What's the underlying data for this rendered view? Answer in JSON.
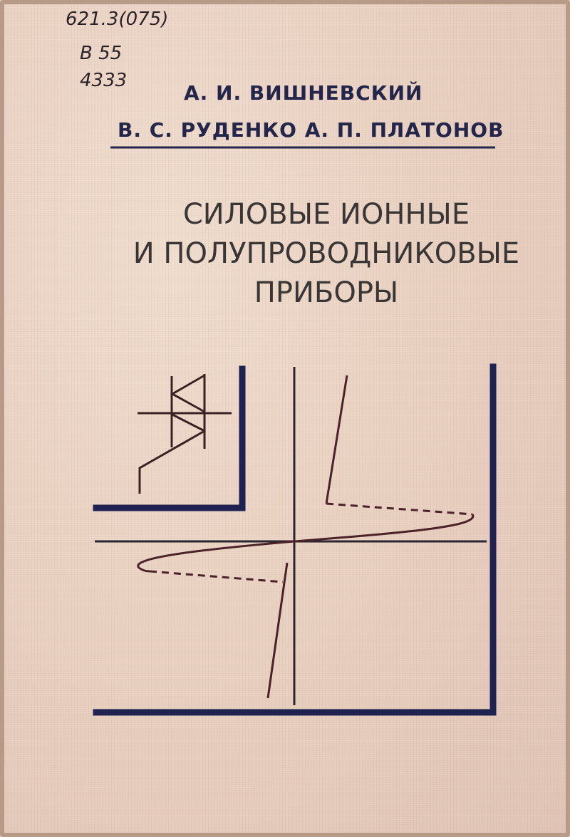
{
  "shelf_mark": {
    "line1": "621.3(075)",
    "line2": "В 55",
    "line3": "4333"
  },
  "authors": {
    "line1": "А. И. ВИШНЕВСКИЙ",
    "line2": "В. С. РУДЕНКО  А. П. ПЛАТОНОВ"
  },
  "title": {
    "line1": "СИЛОВЫЕ ИОННЫЕ",
    "line2": "И ПОЛУПРОВОДНИКОВЫЕ",
    "line3": "ПРИБОРЫ"
  },
  "colors": {
    "ink": "#23264a",
    "background": "#e9d3c4"
  },
  "diagram": {
    "symbol": "triac-icon",
    "graph": "volt-ampere-characteristic"
  }
}
